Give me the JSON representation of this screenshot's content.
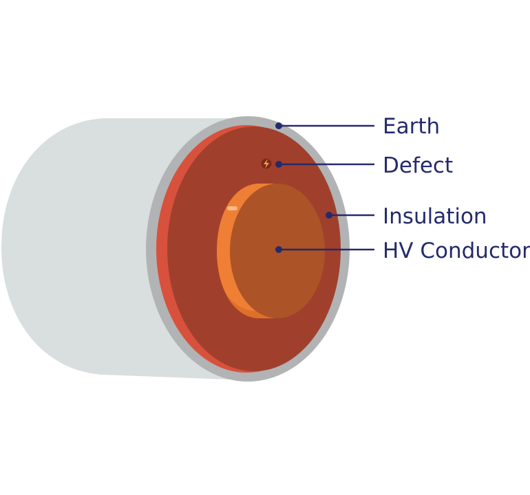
{
  "diagram": {
    "labels": {
      "earth": "Earth",
      "defect": "Defect",
      "insulation": "Insulation",
      "conductor": "HV Conductor"
    },
    "colors": {
      "cable_jacket": "#d9dedf",
      "earth_rim": "#b2b3b4",
      "insulation_face": "#a0402c",
      "insulation_edge": "#d8513c",
      "conductor_face": "#ac5328",
      "conductor_side": "#ef7f34",
      "callout": "#242a6b",
      "defect_marker": "#f7a23b"
    },
    "icons": {
      "defect": "lightning-bolt-icon"
    }
  }
}
